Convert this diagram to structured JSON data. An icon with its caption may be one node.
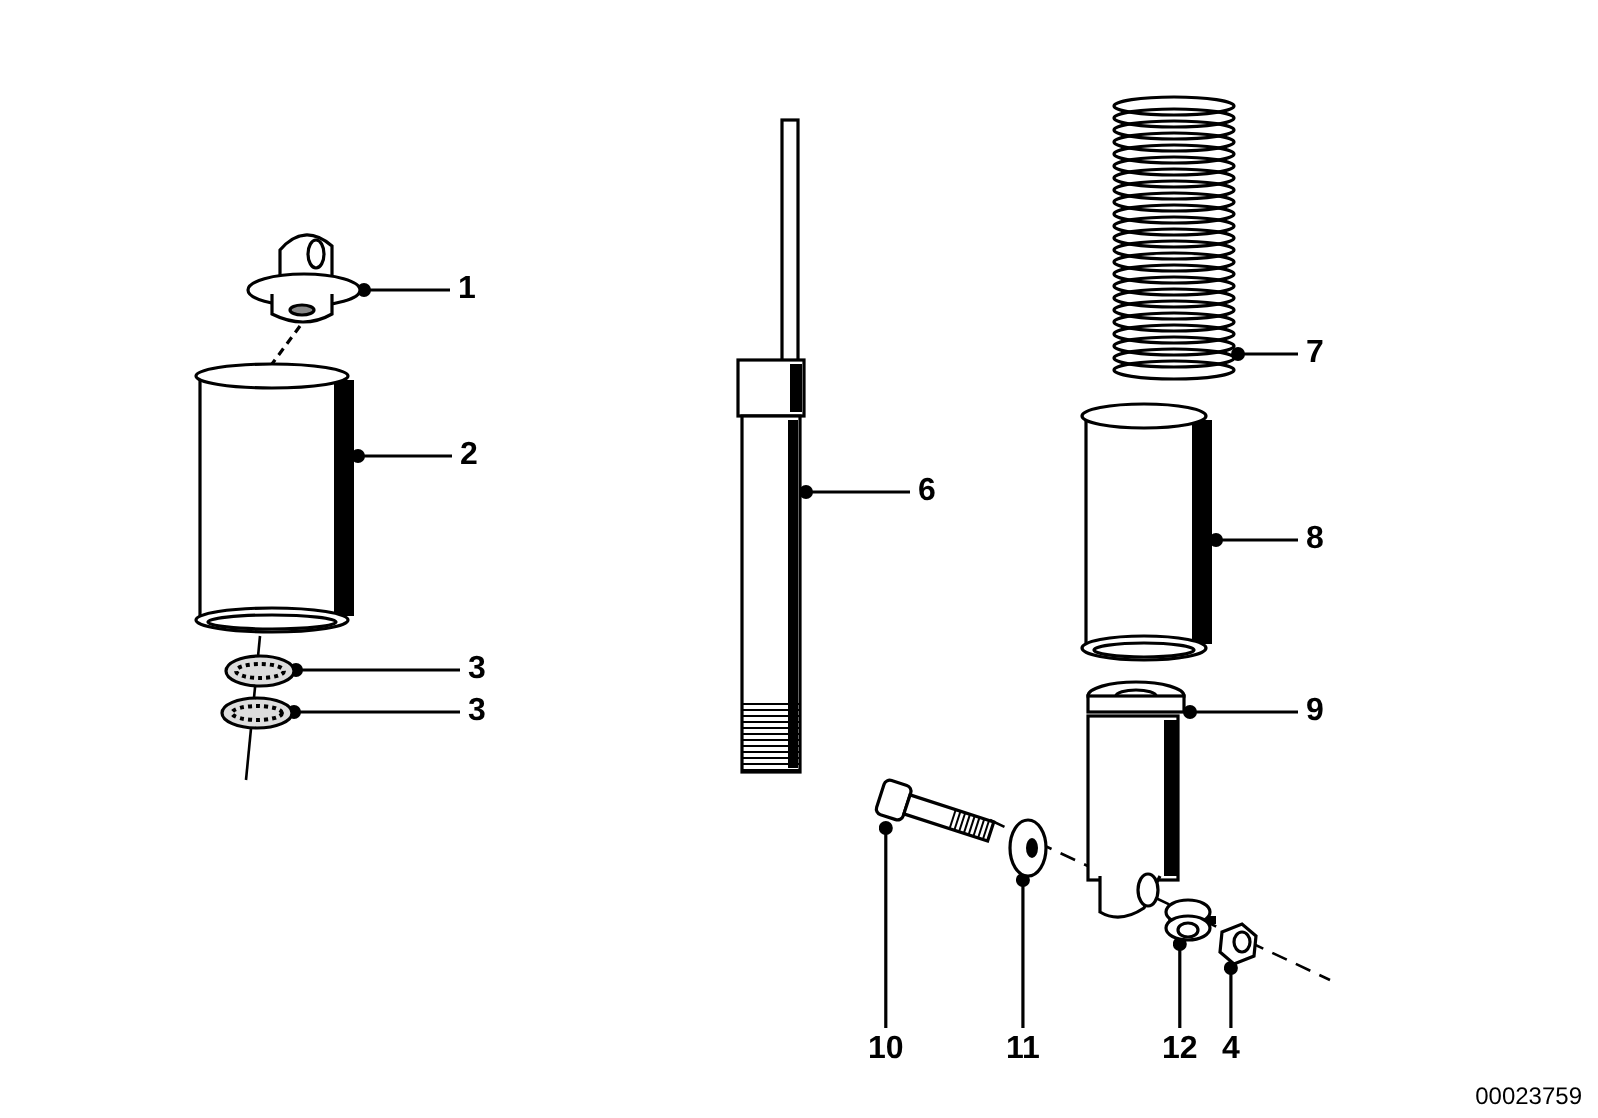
{
  "diagram": {
    "nodes": [
      {
        "text": [
          "1"
        ]
      },
      {
        "text": [],
        "shape": "picture"
      },
      {
        "text": [
          "2"
        ]
      },
      {
        "text": [],
        "shape": "cylinder"
      },
      {
        "text": [
          "3"
        ]
      },
      {
        "text": [],
        "shape": "picture"
      },
      {
        "text": [
          "3"
        ]
      },
      {
        "text": [],
        "shape": "picture"
      },
      {
        "text": [
          "6"
        ]
      },
      {
        "text": [],
        "shape": "picture"
      },
      {
        "text": [
          "7"
        ]
      },
      {
        "text": [],
        "shape": "picture"
      },
      {
        "text": [
          "8"
        ]
      },
      {
        "text": [],
        "shape": "cylinder"
      },
      {
        "text": [
          "9"
        ]
      },
      {
        "text": [],
        "shape": "picture"
      },
      {
        "text": [
          "10"
        ]
      },
      {
        "text": [],
        "shape": "picture"
      },
      {
        "text": [
          "11"
        ]
      },
      {
        "text": [],
        "shape": "picture"
      },
      {
        "text": [
          "12"
        ]
      },
      {
        "text": [],
        "shape": "cylinder"
      },
      {
        "text": [
          "4"
        ]
      },
      {
        "text": [],
        "shape": "picture"
      }
    ],
    "edges": [
      {
        "from": 0,
        "to": 1,
        "arrow": "other"
      },
      {
        "from": 2,
        "to": 3,
        "arrow": "other"
      },
      {
        "from": 4,
        "to": 5,
        "arrow": "other"
      },
      {
        "from": 6,
        "to": 7,
        "arrow": "other"
      },
      {
        "from": 8,
        "to": 9,
        "arrow": "other"
      },
      {
        "from": 10,
        "to": 11,
        "arrow": "other"
      },
      {
        "from": 12,
        "to": 13,
        "arrow": "other"
      },
      {
        "from": 14,
        "to": 15,
        "arrow": "other"
      },
      {
        "from": 16,
        "to": 17,
        "arrow": "other"
      },
      {
        "from": 18,
        "to": 19,
        "arrow": "other"
      },
      {
        "from": 20,
        "to": 21,
        "arrow": "other"
      },
      {
        "from": 22,
        "to": 23,
        "arrow": "other"
      },
      {
        "from": 1,
        "to": 3,
        "arrow": "none",
        "style": "dashed"
      }
    ],
    "labels": [
      "00023759"
    ]
  }
}
